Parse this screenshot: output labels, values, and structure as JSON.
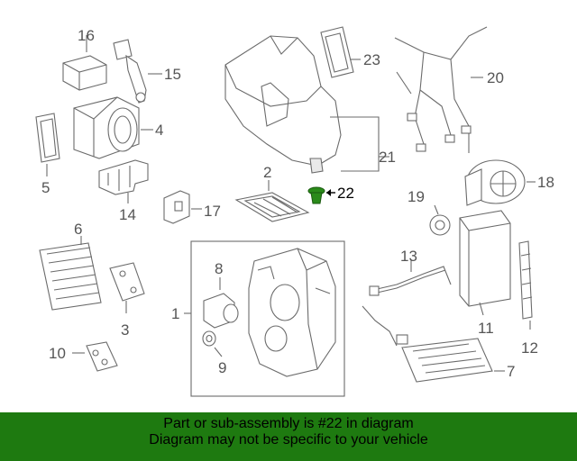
{
  "callouts": {
    "c1": "1",
    "c2": "2",
    "c3": "3",
    "c4": "4",
    "c5": "5",
    "c6": "6",
    "c7": "7",
    "c8": "8",
    "c9": "9",
    "c10": "10",
    "c11": "11",
    "c12": "12",
    "c13": "13",
    "c14": "14",
    "c15": "15",
    "c16": "16",
    "c17": "17",
    "c18": "18",
    "c19": "19",
    "c20": "20",
    "c21": "21",
    "c22": "22",
    "c23": "23"
  },
  "highlight": {
    "part_number": "22",
    "color": "#2a8a1a"
  },
  "footer": {
    "background": "#1e7a10",
    "line1": "Part or sub-assembly is #22 in diagram",
    "line2": "Diagram may not be specific to your vehicle"
  }
}
